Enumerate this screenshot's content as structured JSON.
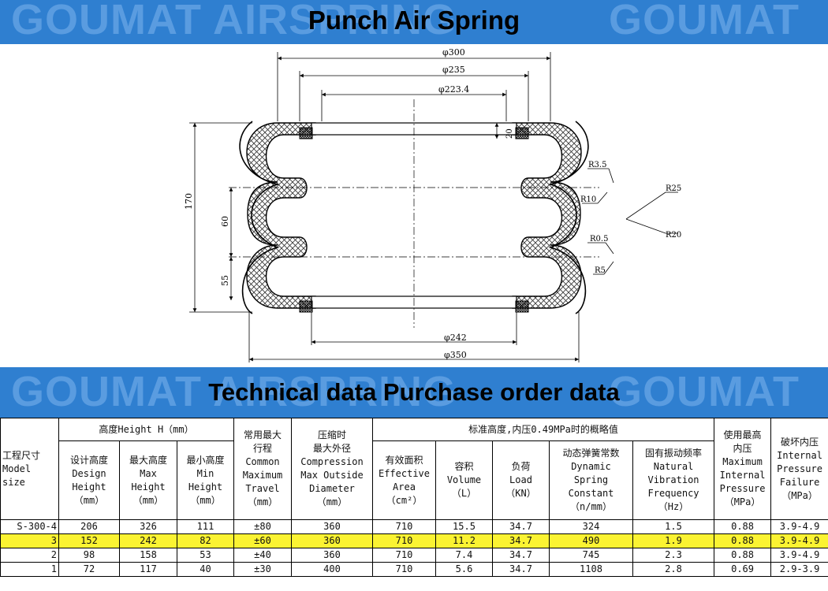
{
  "header": {
    "title": "Punch Air Spring",
    "watermark_left": "GOUMAT AIRSPRING",
    "watermark_right": "GOUMAT"
  },
  "section": {
    "title": "Technical data  Purchase order data",
    "watermark_left": "GOUMAT AIRSPRING",
    "watermark_right": "GOUMAT"
  },
  "drawing": {
    "dims": {
      "d300": "φ300",
      "d235": "φ235",
      "d223": "φ223.4",
      "h20": "20",
      "h170": "170",
      "h60": "60",
      "h55": "55",
      "d242": "φ242",
      "d350": "φ350",
      "r35": "R3.5",
      "r10": "R10",
      "r25": "R25",
      "r05": "R0.5",
      "r20": "R20",
      "r5": "R5"
    }
  },
  "table": {
    "model": [
      "工程尺寸",
      "Model",
      "size"
    ],
    "height_group": "高度Height H（mm）",
    "design": [
      "设计高度",
      "Design",
      "Height",
      "（mm）"
    ],
    "max": [
      "最大高度",
      "Max",
      "Height",
      "（mm）"
    ],
    "min": [
      "最小高度",
      "Min",
      "Height",
      "（mm）"
    ],
    "travel": [
      "常用最大",
      "行程",
      "Common",
      "Maximum",
      "Travel",
      "（mm）"
    ],
    "diameter": [
      "压缩时",
      "最大外径",
      "Compression",
      "Max Outside",
      "Diameter",
      "（mm）"
    ],
    "std_group": "标准高度,内压0.49MPa时的概略值",
    "area": [
      "有效面积",
      "Effective",
      "Area",
      "（cm²）"
    ],
    "volume": [
      "容积",
      "Volume",
      "（L）"
    ],
    "load": [
      "负荷",
      "Load",
      "（KN）"
    ],
    "spring": [
      "动态弹簧常数",
      "Dynamic",
      "Spring",
      "Constant",
      "（n/mm）"
    ],
    "freq": [
      "固有振动频率",
      "Natural",
      "Vibration",
      "Frequency",
      "（Hz）"
    ],
    "pressure": [
      "使用最高",
      "内压",
      "Maximum",
      "Internal",
      "Pressure",
      "（MPa）"
    ],
    "failure": [
      "破坏内压",
      "Internal",
      "Pressure",
      "Failure",
      "（MPa）"
    ],
    "rows": [
      [
        "S-300-4",
        "206",
        "326",
        "111",
        "±80",
        "360",
        "710",
        "15.5",
        "34.7",
        "324",
        "1.5",
        "0.88",
        "3.9-4.9"
      ],
      [
        "3",
        "152",
        "242",
        "82",
        "±60",
        "360",
        "710",
        "11.2",
        "34.7",
        "490",
        "1.9",
        "0.88",
        "3.9-4.9"
      ],
      [
        "2",
        "98",
        "158",
        "53",
        "±40",
        "360",
        "710",
        "7.4",
        "34.7",
        "745",
        "2.3",
        "0.88",
        "3.9-4.9"
      ],
      [
        "1",
        "72",
        "117",
        "40",
        "±30",
        "400",
        "710",
        "5.6",
        "34.7",
        "1108",
        "2.8",
        "0.69",
        "2.9-3.9"
      ]
    ],
    "highlight_row": 1,
    "highlight_color": "#fbf332"
  },
  "colors": {
    "banner": "#2f7fd0",
    "watermark": "#5a9ce0"
  }
}
